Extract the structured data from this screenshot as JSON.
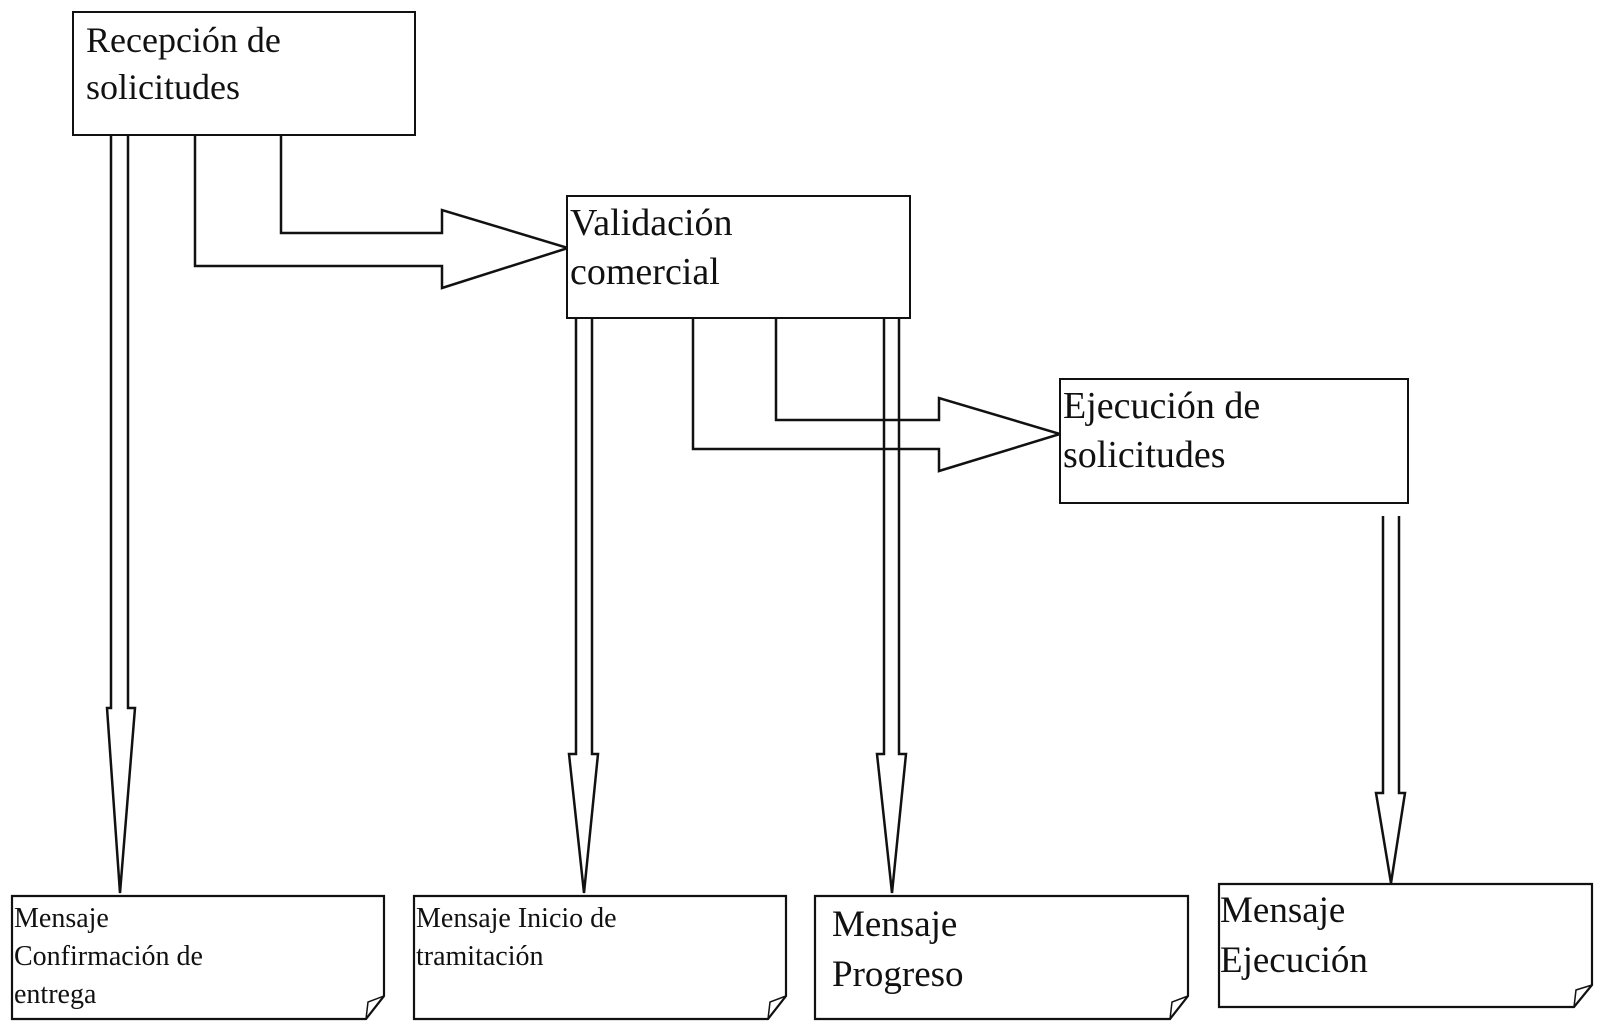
{
  "processes": [
    {
      "id": "recepcion",
      "label": "Recepción de\nsolicitudes"
    },
    {
      "id": "validacion",
      "label": "Validación\ncomercial"
    },
    {
      "id": "ejecucion",
      "label": "Ejecución de\nsolicitudes"
    }
  ],
  "messages": [
    {
      "id": "confirmacion",
      "label": "Mensaje\nConfirmación de\nentrega"
    },
    {
      "id": "inicio",
      "label": "Mensaje Inicio de\ntramitación"
    },
    {
      "id": "progreso",
      "label": "Mensaje\nProgreso"
    },
    {
      "id": "ejecucion",
      "label": "Mensaje\nEjecución"
    }
  ],
  "colors": {
    "stroke": "#111111",
    "background": "#ffffff"
  }
}
